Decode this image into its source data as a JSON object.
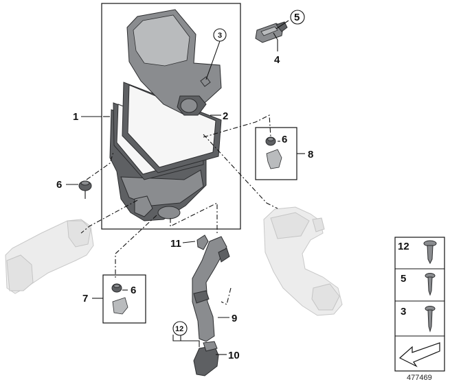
{
  "diagram": {
    "callouts": {
      "c1": "1",
      "c2": "2",
      "c3": "3",
      "c4": "4",
      "c5": "5",
      "c6a": "6",
      "c6b": "6",
      "c6c": "6",
      "c7": "7",
      "c8": "8",
      "c9": "9",
      "c10": "10",
      "c11": "11",
      "c12": "12"
    },
    "legend": {
      "row1": "12",
      "row2": "5",
      "row3": "3"
    },
    "reference_number": "477469"
  }
}
